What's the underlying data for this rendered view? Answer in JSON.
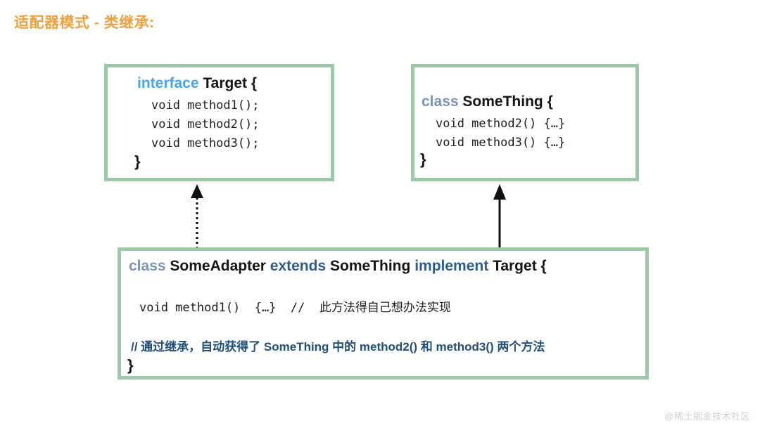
{
  "page": {
    "title": "适配器模式 - 类继承:",
    "background": "#ffffff",
    "title_color": "#eda23f",
    "box_border_color": "#9bcaa8",
    "watermark": "@稀土掘金技术社区"
  },
  "boxes": {
    "target": {
      "keyword": "interface",
      "keyword_color": "#4ba2e8",
      "name": "Target {",
      "lines": [
        "void method1();",
        "void method2();",
        "void method3();"
      ],
      "closing_brace": "}"
    },
    "something": {
      "keyword": "class",
      "keyword_color": "#7e93b8",
      "name": "SomeThing {",
      "lines": [
        "void method2() {…}",
        "void method3() {…}"
      ],
      "closing_brace": "}"
    },
    "adapter": {
      "sig": {
        "kw_class": "class",
        "name_adapter": "SomeAdapter",
        "kw_extends": "extends",
        "name_parent": "SomeThing",
        "kw_implement": "implement",
        "name_interface": "Target {"
      },
      "method_line": "void method1()  {…}  //  此方法得自己想办法实现",
      "note": "// 通过继承，自动获得了 SomeThing 中的 method2() 和 method3() 两个方法",
      "note_color": "#1f4e79",
      "closing_brace": "}"
    }
  },
  "arrows": {
    "implements": {
      "style": "dotted",
      "direction": "up",
      "label": "implements-arrow"
    },
    "extends": {
      "style": "solid",
      "direction": "up",
      "label": "extends-arrow"
    }
  }
}
